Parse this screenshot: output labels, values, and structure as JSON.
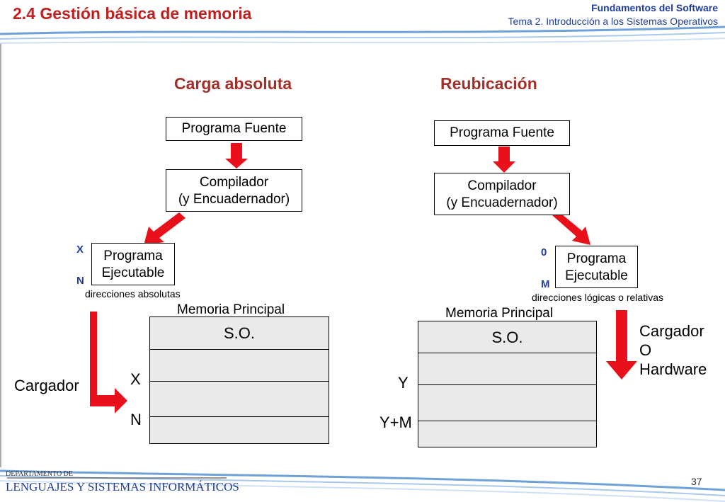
{
  "header": {
    "title": "2.4 Gestión básica de memoria",
    "course": "Fundamentos del Software",
    "topic": "Tema 2. Introducción a los Sistemas Operativos"
  },
  "left": {
    "heading": "Carga absoluta",
    "source_box": "Programa Fuente",
    "compiler_line1": "Compilador",
    "compiler_line2": "(y Encuadernador)",
    "exec_line1": "Programa",
    "exec_line2": "Ejecutable",
    "exec_top_label": "X",
    "exec_bottom_label": "N",
    "addresses_note": "direcciones absolutas",
    "memory_title": "Memoria Principal",
    "memory_os": "S.O.",
    "mem_label_x": "X",
    "mem_label_n": "N",
    "loader": "Cargador"
  },
  "right": {
    "heading": "Reubicación",
    "source_box": "Programa Fuente",
    "compiler_line1": "Compilador",
    "compiler_line2": "(y Encuadernador)",
    "exec_line1": "Programa",
    "exec_line2": "Ejecutable",
    "exec_top_label": "0",
    "exec_bottom_label": "M",
    "addresses_note": "direcciones lógicas o relativas",
    "memory_title": "Memoria Principal",
    "memory_os": "S.O.",
    "mem_label_y": "Y",
    "mem_label_ym": "Y+M",
    "loader_line1": "Cargador",
    "loader_line2": "O",
    "loader_line3": "Hardware"
  },
  "footer": {
    "dept_small": "DEPARTAMENTO DE",
    "dept": "LENGUAJES Y SISTEMAS INFORMÁTICOS",
    "page_number": "37"
  },
  "colors": {
    "arrow": "#e8101a",
    "title": "#c02020",
    "heading": "#a0302a",
    "label_blue": "#1f3d9a",
    "memory_fill": "#eaeaea"
  }
}
